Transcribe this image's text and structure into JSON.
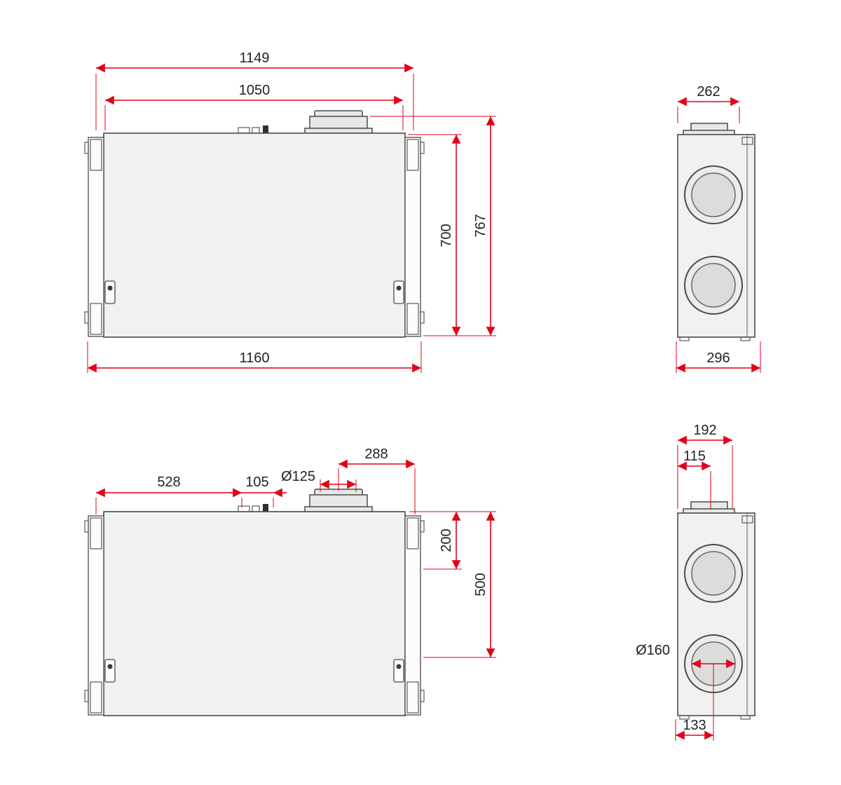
{
  "colors": {
    "dimension_red": "#e2001a",
    "outline_gray": "#4b4b4b",
    "body_fill": "#f1f1f0"
  },
  "dims": {
    "front_top": {
      "width_outer": "1149",
      "width_inner": "1050",
      "height_body": "700",
      "height_total": "767",
      "width_total": "1160"
    },
    "side_top": {
      "depth_top": "262",
      "depth_total": "296"
    },
    "front_bottom": {
      "left_to_connector": "528",
      "connector_span": "105",
      "duct_diameter": "Ø125",
      "duct_center_to_edge": "288",
      "top_to_upper_duct": "200",
      "top_to_lower_duct": "500"
    },
    "side_bottom": {
      "depth_top": "192",
      "port_center": "115",
      "duct_diameter": "Ø160",
      "duct_center_offset": "133"
    }
  }
}
